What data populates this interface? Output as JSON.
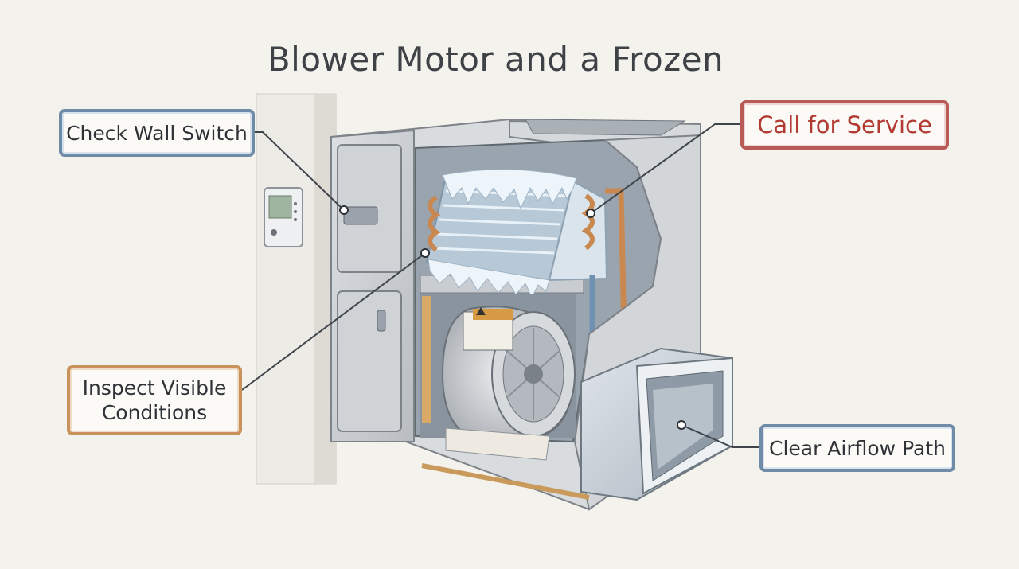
{
  "title": "Blower Motor and a Frozen",
  "callouts": {
    "check_wall_switch": "Check Wall Switch",
    "call_for_service": "Call for Service",
    "inspect_line1": "Inspect Visible",
    "inspect_line2": "Conditions",
    "clear_airflow_path": "Clear Airflow Path"
  },
  "colors": {
    "background": "#f4f2ec",
    "blue_callout": "#6f8ba8",
    "red_callout": "#b85a55",
    "tan_callout": "#c8925a",
    "copper_tubing": "#c98850",
    "ice": "#e8f1f8"
  }
}
